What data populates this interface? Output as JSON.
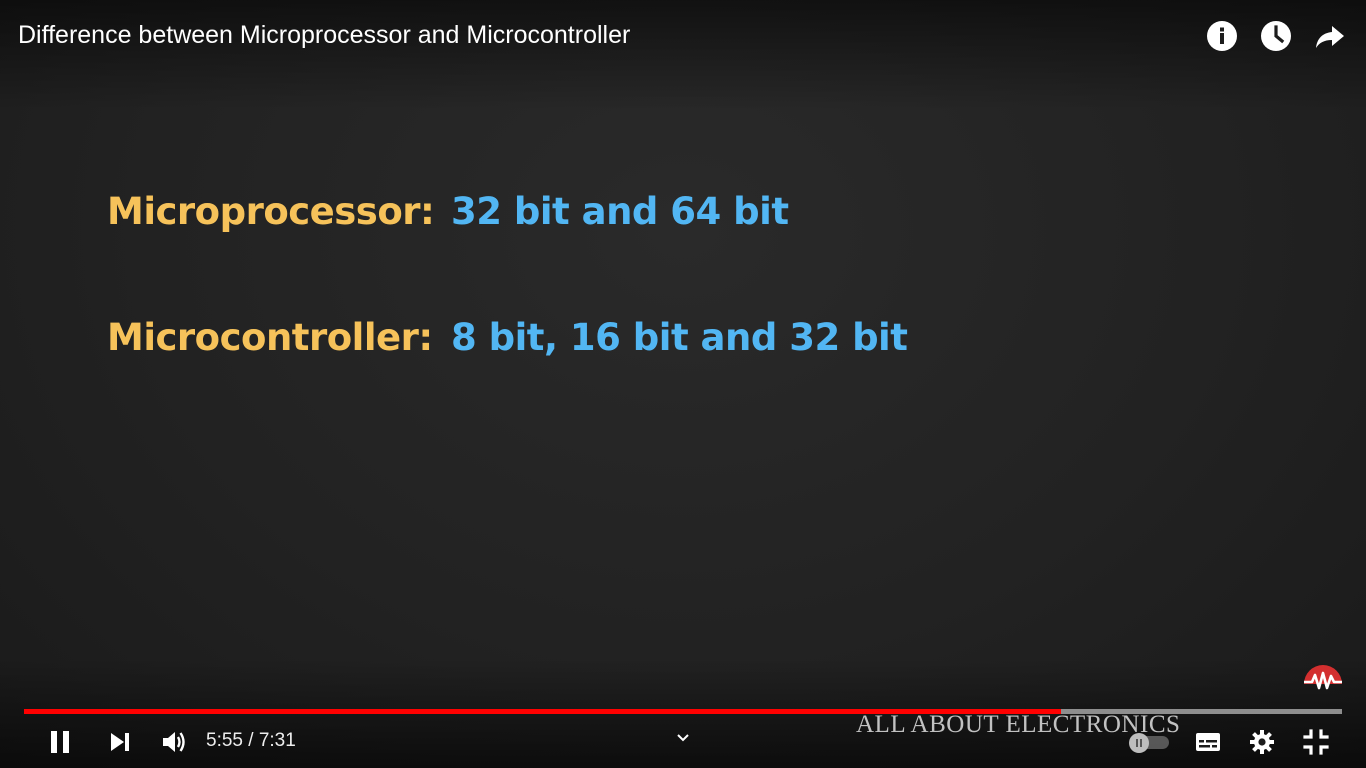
{
  "video": {
    "title": "Difference between Microprocessor and Microcontroller"
  },
  "top_actions": [
    {
      "icon": "info-icon"
    },
    {
      "icon": "watch-later-icon"
    },
    {
      "icon": "share-icon"
    }
  ],
  "slide": {
    "rows": [
      {
        "label": "Microprocessor:",
        "value": "32 bit and 64 bit"
      },
      {
        "label": "Microcontroller:",
        "value": "8 bit, 16 bit and 32 bit"
      }
    ],
    "label_color": "#f6c25a",
    "value_color": "#52b6f3"
  },
  "watermark": {
    "text": "ALL ABOUT ELECTRONICS",
    "logo_color": "#d32f2f"
  },
  "progress": {
    "played_fraction": 0.787,
    "loaded_fraction": 1.0,
    "played_color": "#ff0000"
  },
  "controls": {
    "time_display": "5:55 / 7:31",
    "icons": [
      "pause-icon",
      "next-icon",
      "volume-icon",
      "chevron-down-icon",
      "autoplay-toggle",
      "subtitles-icon",
      "settings-icon",
      "exit-fullscreen-icon"
    ]
  }
}
